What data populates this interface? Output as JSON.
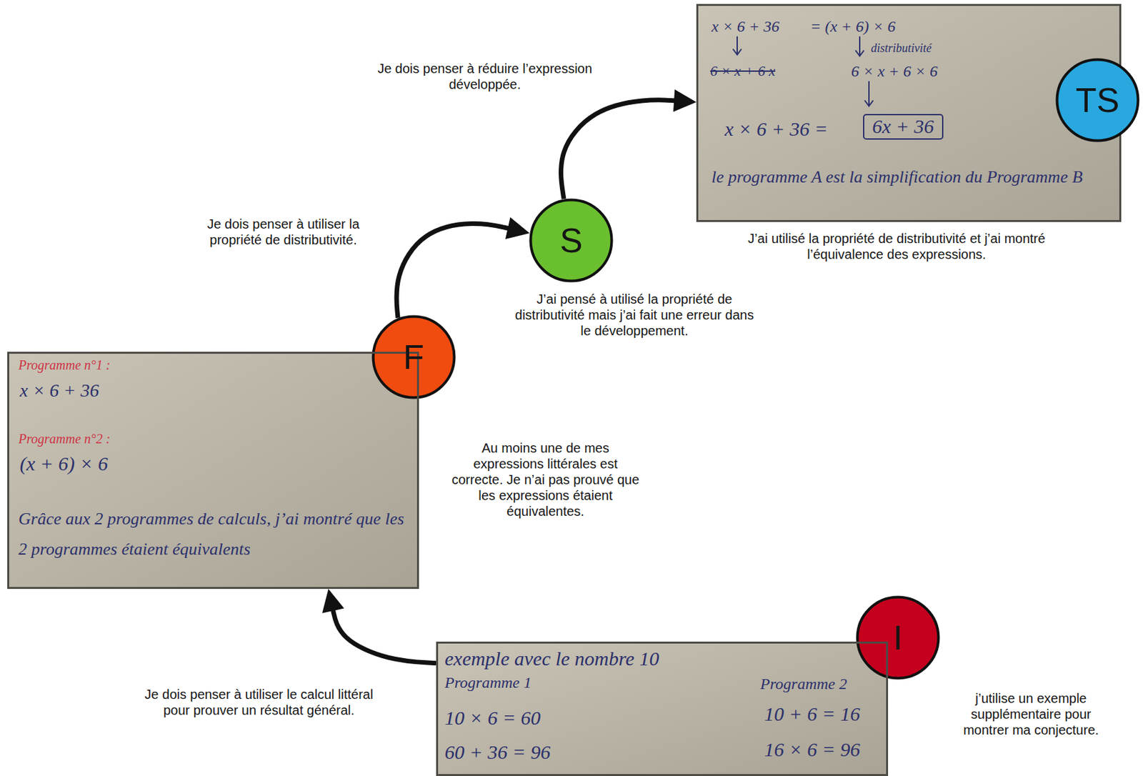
{
  "diagram": {
    "nodes": [
      {
        "text": [
          "x × 6 + 36",
          "= (x + 6) × 6",
          "6 × x + 6 x",
          "distributivité",
          "6 × x + 6 × 6",
          "x × 6 + 36 =",
          "6x + 36",
          "le programme A est la simplification du Programme B"
        ]
      },
      {
        "text": [
          "TS"
        ]
      },
      {
        "text": [
          "S"
        ]
      },
      {
        "text": [
          "F"
        ]
      },
      {
        "text": [
          "Programme n°1 :",
          "x × 6 + 36",
          "Programme n°2 :",
          "(x + 6) × 6",
          "Grâce aux 2 programmes de calculs, j’ai montré que les 2 programmes étaient équivalents"
        ]
      },
      {
        "text": [
          "I"
        ]
      },
      {
        "text": [
          "exemple avec le nombre 10",
          "Programme 1",
          "Programme 2",
          "10 × 6 = 60",
          "60 + 36 = 96",
          "10 + 6 = 16",
          "16 × 6 = 96"
        ]
      }
    ],
    "edges": [
      {
        "from": 6,
        "to": 4,
        "arrow": "to",
        "label": "Je dois penser à utiliser le calcul littéral pour prouver un résultat général."
      },
      {
        "from": 3,
        "to": 2,
        "arrow": "to",
        "label": "Je dois penser à utiliser la propriété de distributivité."
      },
      {
        "from": 2,
        "to": 0,
        "arrow": "to",
        "label": "Je dois penser à réduire l’expression développée."
      }
    ],
    "labels": [
      "J’ai utilisé la propriété de distributivité et j’ai montré l’équivalence des expressions.",
      "J’ai pensé à utilisé la propriété de distributivité mais j’ai fait une erreur dans le développement.",
      "Au moins une de mes expressions littérales est correcte. Je n’ai pas prouvé que les expressions étaient équivalentes.",
      "j’utilise un exemple supplémentaire pour montrer ma conjecture."
    ]
  }
}
